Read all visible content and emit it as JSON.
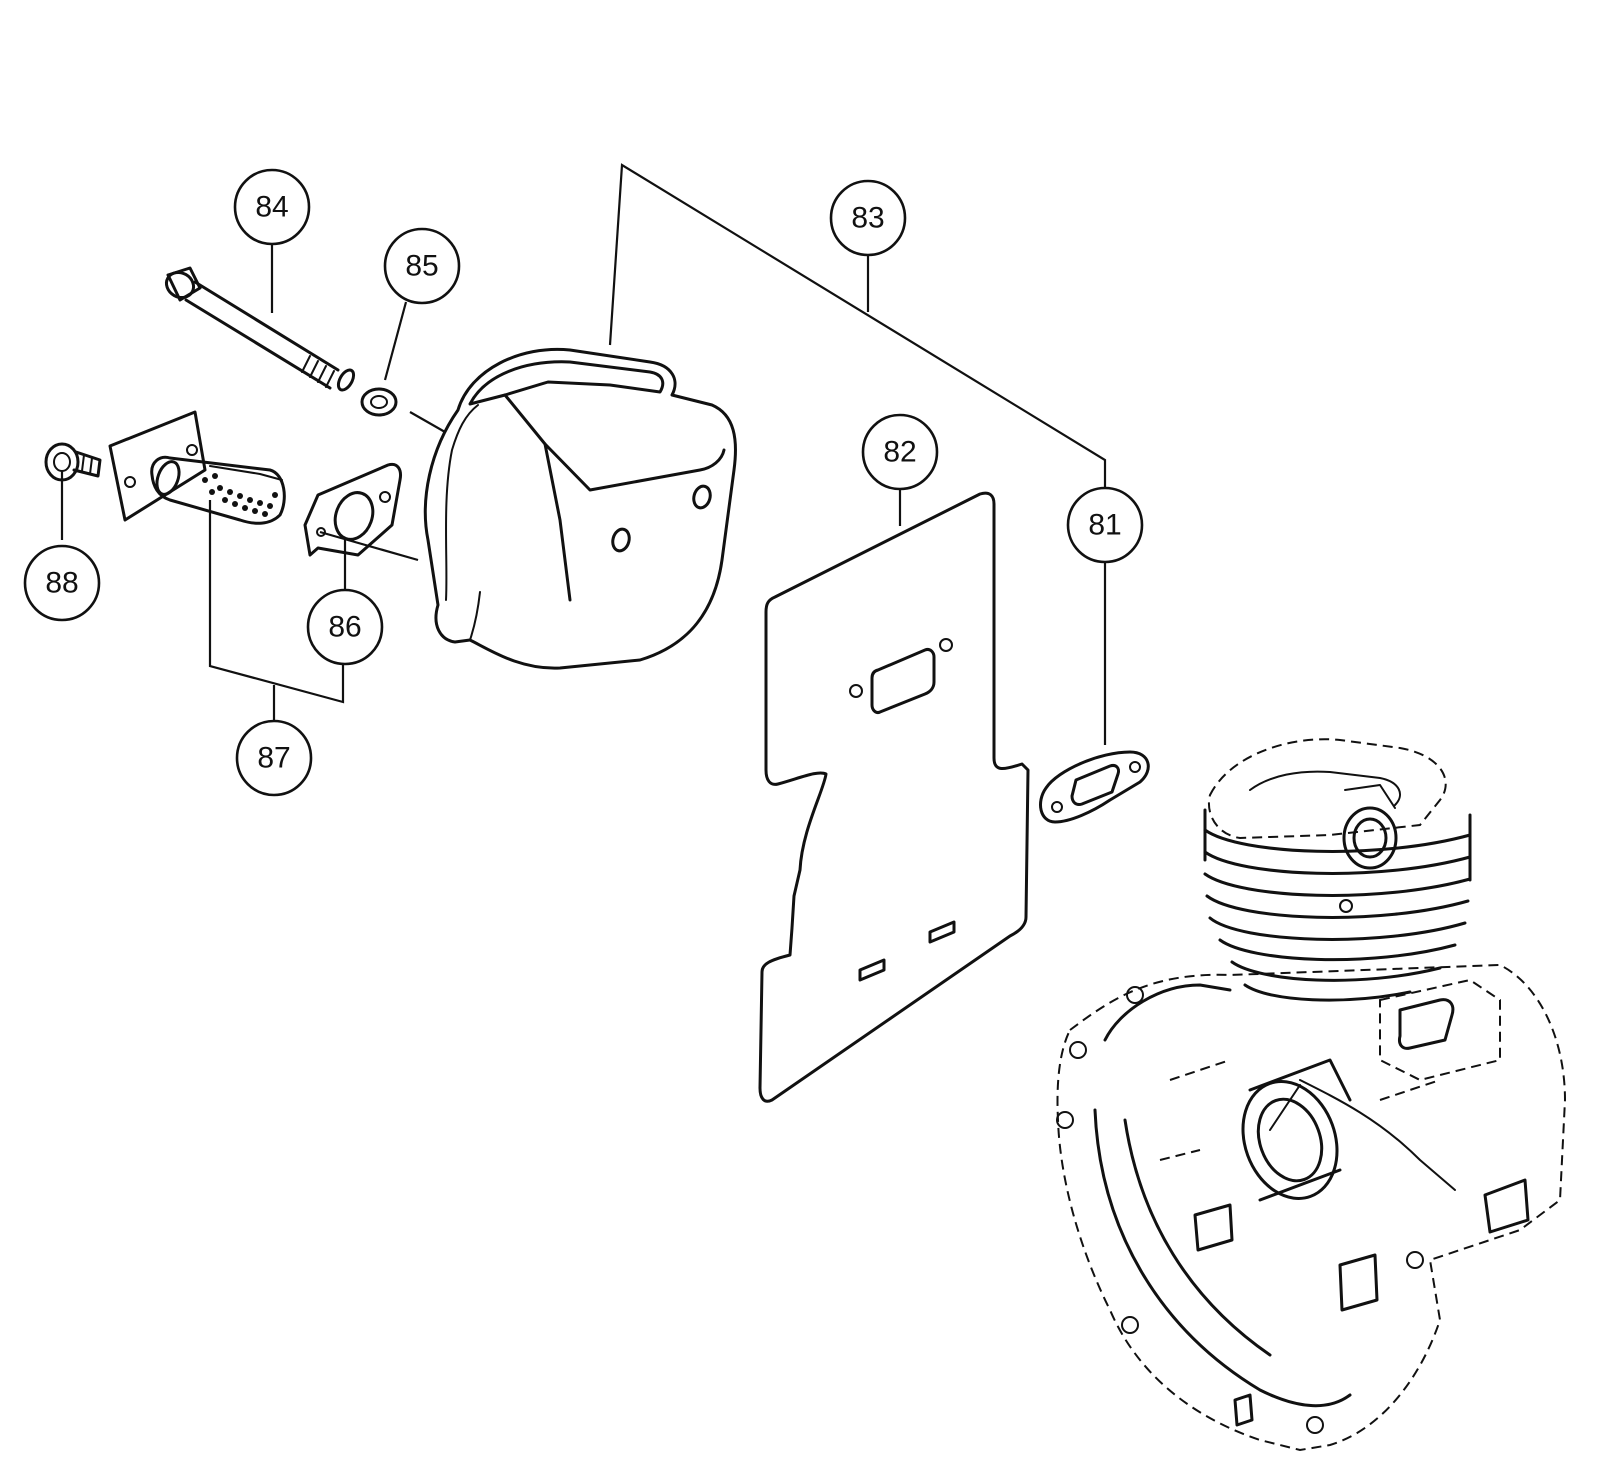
{
  "callouts": [
    {
      "id": "81",
      "label": "81"
    },
    {
      "id": "82",
      "label": "82"
    },
    {
      "id": "83",
      "label": "83"
    },
    {
      "id": "84",
      "label": "84"
    },
    {
      "id": "85",
      "label": "85"
    },
    {
      "id": "86",
      "label": "86"
    },
    {
      "id": "87",
      "label": "87"
    },
    {
      "id": "88",
      "label": "88"
    }
  ],
  "colors": {
    "line": "#111111",
    "background": "#ffffff"
  }
}
